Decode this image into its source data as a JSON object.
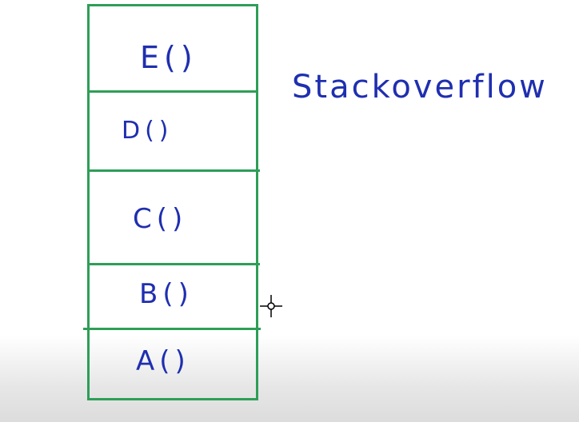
{
  "stack_frames": [
    {
      "label": "E()"
    },
    {
      "label": "D()"
    },
    {
      "label": "C()"
    },
    {
      "label": "B()"
    },
    {
      "label": "A()"
    }
  ],
  "note": "Stackoverflow",
  "colors": {
    "box_stroke": "#2e9e57",
    "ink": "#1f2fb0"
  },
  "icons": {
    "cursor": "crosshair-cursor-icon"
  }
}
